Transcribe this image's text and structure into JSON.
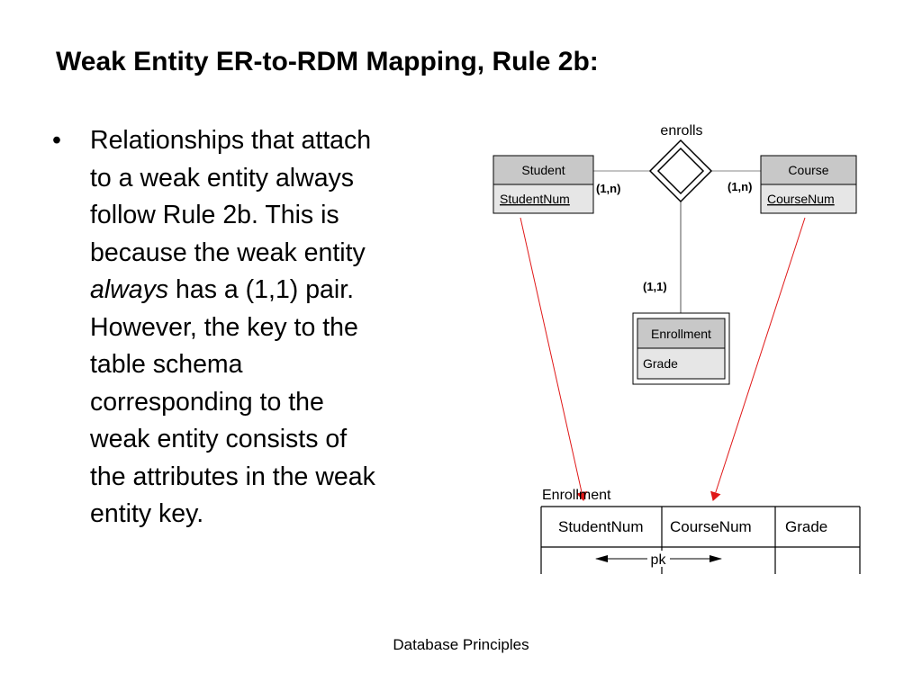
{
  "slide": {
    "title": "Weak Entity ER-to-RDM Mapping, Rule 2b:",
    "bullet_mark": "•",
    "bullet_lines": [
      "Relationships that attach",
      "to a weak entity always",
      "follow Rule 2b. This is",
      "because the weak entity",
      [
        "always",
        " has a (1,1) pair."
      ],
      "However, the key to the",
      "table schema",
      "corresponding to the",
      "weak entity consists of",
      "the attributes in the weak",
      "entity key."
    ],
    "footer": "Database Principles"
  },
  "diagram": {
    "relationship": "enrolls",
    "student": {
      "name": "Student",
      "key_attribute": "StudentNum"
    },
    "course": {
      "name": "Course",
      "key_attribute": "CourseNum"
    },
    "weak_entity": {
      "name": "Enrollment",
      "attribute": "Grade"
    },
    "cardinalities": {
      "student_side": "(1,n)",
      "course_side": "(1,n)",
      "weak_side": "(1,1)"
    },
    "table": {
      "name": "Enrollment",
      "columns": [
        "StudentNum",
        "CourseNum",
        "Grade"
      ],
      "pk_label": "pk"
    },
    "colors": {
      "entity_header": "#c8c8c8",
      "entity_body": "#e6e6e6",
      "arrow": "#e01818"
    }
  }
}
